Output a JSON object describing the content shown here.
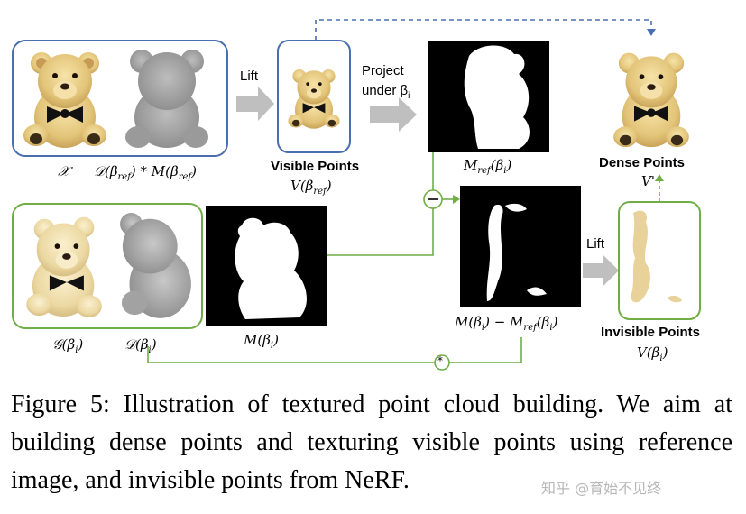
{
  "labels": {
    "lift_top": "Lift",
    "project": "Project",
    "under": "under β",
    "under_sub": "i",
    "lift_bottom": "Lift",
    "minus": "−",
    "star": "*",
    "x_label": "𝒳",
    "depth_ref": "𝒟(β",
    "depth_ref_sub": "ref",
    "mask_ref_mul": ") * M(β",
    "mask_ref_sub": "ref",
    "close_paren": ")",
    "visible_points": "Visible Points",
    "v_ref": "V(β",
    "v_ref_sub": "ref",
    "m_ref": "M",
    "m_ref_sub": "ref",
    "m_ref_tail": "(β",
    "m_ref_sub2": "i",
    "dense_points": "Dense Points",
    "v_prime": "V'",
    "g_beta": "𝒢(β",
    "g_beta_sub": "i",
    "d_beta": "𝒟(β",
    "d_beta_sub": "i",
    "m_beta": "M(β",
    "m_beta_sub": "i",
    "diff_label": "M(β",
    "diff_sub1": "i",
    "diff_mid": ") − M",
    "diff_sub2": "ref",
    "diff_tail": "(β",
    "diff_sub3": "i",
    "invisible_points": "Invisible Points",
    "v_beta": "V(β",
    "v_beta_sub": "i"
  },
  "colors": {
    "blue_frame": "#4a6fb0",
    "green_frame": "#70ad47",
    "arrow_gray": "#bfbfbf",
    "mask_black": "#000000"
  },
  "caption": {
    "text": "Figure 5: Illustration of textured point cloud building. We aim at building dense points and texturing visible points using reference image, and invisible points from NeRF."
  },
  "watermark": "知乎 @育始不见终"
}
